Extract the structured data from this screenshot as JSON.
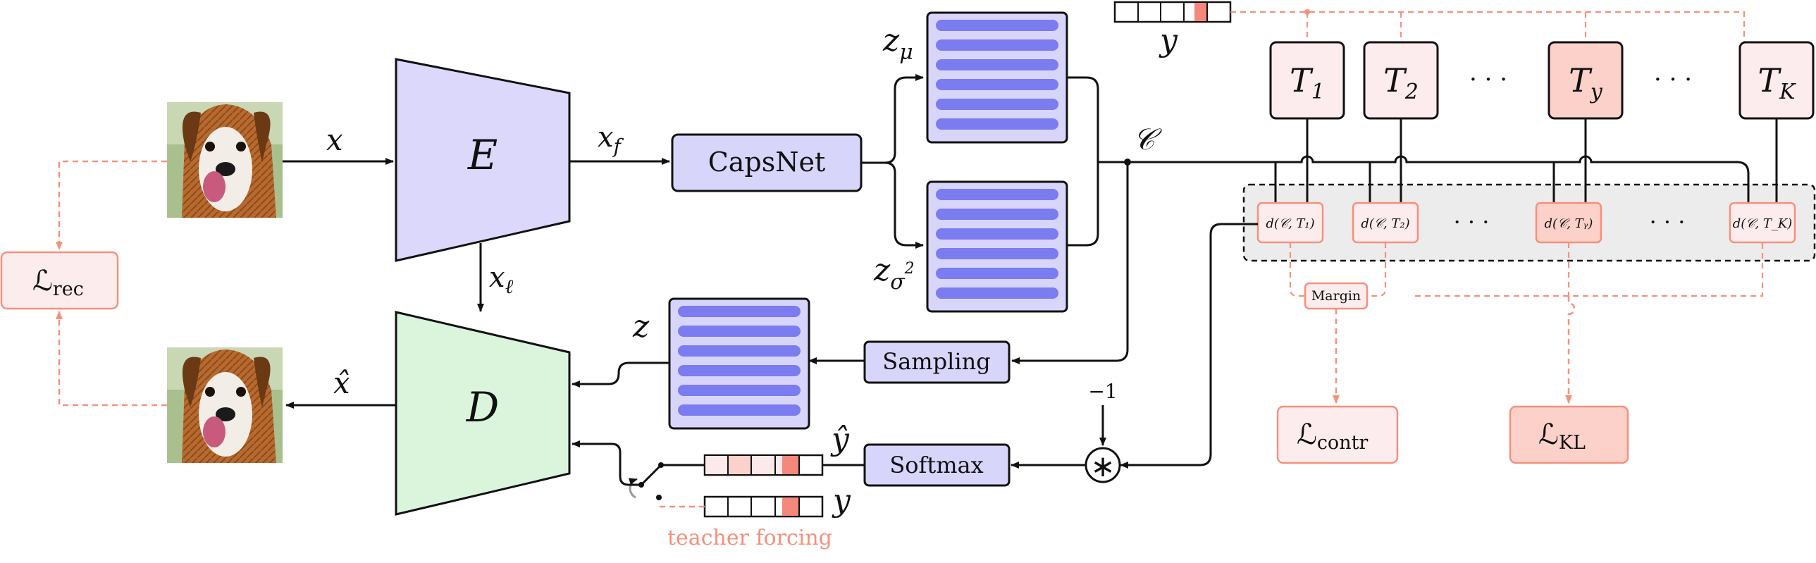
{
  "inputs": {
    "x_label": "x",
    "x_hat_label": "x̂",
    "xf_label": "x",
    "xf_sub": "f",
    "xl_label": "x",
    "xl_sub": "ℓ",
    "z_label": "z"
  },
  "encoder": {
    "label": "E"
  },
  "decoder": {
    "label": "D"
  },
  "capsnet": {
    "label": "CapsNet"
  },
  "latent": {
    "mu_label": "z",
    "mu_sub": "μ",
    "sigma_label": "z",
    "sigma_sub": "σ",
    "sigma_sup": "2",
    "caps_label": "𝒞"
  },
  "sampling": {
    "label": "Sampling"
  },
  "softmax": {
    "label": "Softmax"
  },
  "multiply": {
    "symbol": "∗",
    "neg_one": "−1"
  },
  "labels": {
    "y_hat": "ŷ",
    "y": "y",
    "y_top": "y",
    "teacher_forcing": "teacher forcing"
  },
  "tokens": [
    {
      "name": "T",
      "sub": "1"
    },
    {
      "name": "T",
      "sub": "2"
    },
    {
      "name": "T",
      "sub": "y"
    },
    {
      "name": "T",
      "sub": "K"
    }
  ],
  "ellipsis": "· · ·",
  "distances": [
    "d(𝒞, T₁)",
    "d(𝒞, T₂)",
    "d(𝒞, Tᵧ)",
    "d(𝒞, T_K)"
  ],
  "margin": {
    "label": "Margin"
  },
  "losses": {
    "rec": "ℒ",
    "rec_sub": "rec",
    "contr": "ℒ",
    "contr_sub": "contr",
    "kl": "ℒ",
    "kl_sub": "KL"
  },
  "colors": {
    "encoder_fill": "#dcd8fb",
    "decoder_fill": "#daf5dc",
    "capsule_fill": "#d8d5fb",
    "capsule_bar": "#7b7cf0",
    "salmon": "#f4917d",
    "salmon_light": "#fde9ea",
    "salmon_mid": "#fbd2cb",
    "token_fill": "#fdecee",
    "token_highlight": "#fbd1c9",
    "panel_fill": "#ececec",
    "onehot_active": "#f4887b"
  },
  "icons": {
    "input_image": "dog-photo-icon",
    "output_image": "dog-photo-icon",
    "switch": "switch-icon"
  }
}
